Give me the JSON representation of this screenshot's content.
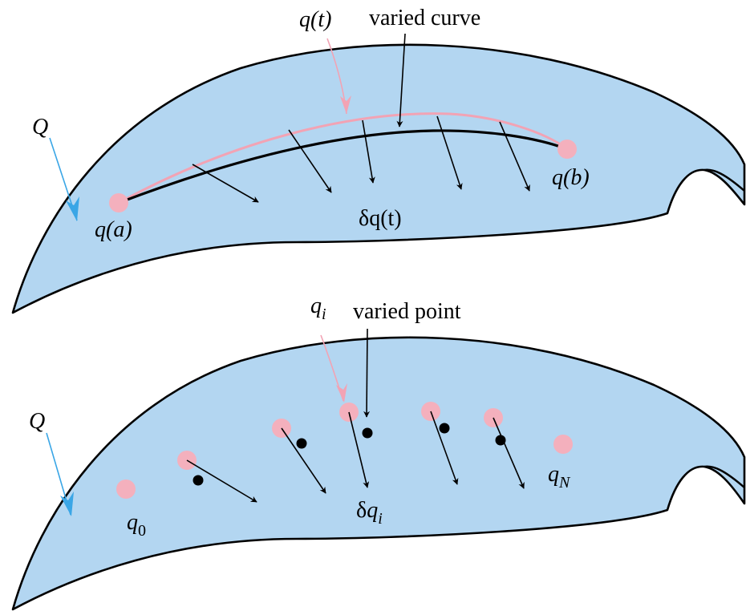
{
  "colors": {
    "surface": "#b3d6f1",
    "outline": "#000000",
    "point": "#f4b0bd",
    "pointer_pink": "#f2a3b4",
    "pointer_blue": "#3aa6e6",
    "varied": "#000000"
  },
  "top_panel": {
    "manifold_label": "Q",
    "curve_label": "q(t)",
    "varied_label": "varied curve",
    "start_label": "q(a)",
    "end_label": "q(b)",
    "variation_label": "δq(t)"
  },
  "bottom_panel": {
    "manifold_label": "Q",
    "point_label": "q_i",
    "varied_label": "varied point",
    "first_label": "q_0",
    "last_label": "q_N",
    "variation_label": "δq_i"
  }
}
